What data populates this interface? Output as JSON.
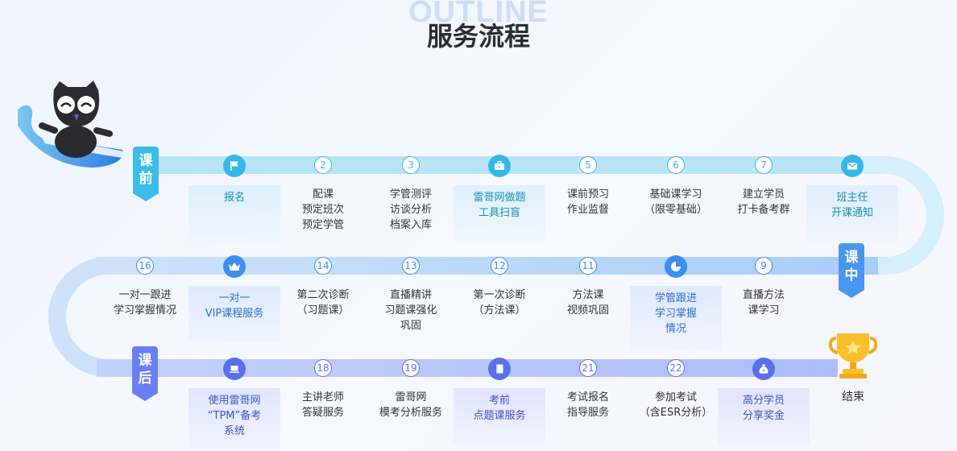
{
  "header": {
    "watermark": "OUTLINE",
    "title": "服务流程"
  },
  "stages": [
    {
      "id": "before",
      "label_top": "课",
      "label_bottom": "前",
      "color": "#3dbbe9"
    },
    {
      "id": "during",
      "label_top": "课",
      "label_bottom": "中",
      "color": "#4a97ef"
    },
    {
      "id": "after",
      "label_top": "课",
      "label_bottom": "后",
      "color": "#6a7ff2"
    }
  ],
  "row1": [
    {
      "marker": "flag-icon",
      "label": "报名",
      "highlight": true
    },
    {
      "marker": "2",
      "label": "配课\n预定班次\n预定学管"
    },
    {
      "marker": "3",
      "label": "学管测评\n访谈分析\n档案入库"
    },
    {
      "marker": "briefcase-icon",
      "label": "雷哥网做题\n工具扫盲",
      "highlight": true
    },
    {
      "marker": "5",
      "label": "课前预习\n作业监督"
    },
    {
      "marker": "6",
      "label": "基础课学习\n（限零基础）"
    },
    {
      "marker": "7",
      "label": "建立学员\n打卡备考群"
    },
    {
      "marker": "mail-icon",
      "label": "班主任\n开课通知",
      "highlight": true
    }
  ],
  "row2": [
    {
      "marker": "16",
      "label": "一对一跟进\n学习掌握情况"
    },
    {
      "marker": "crown-icon",
      "label": "一对一\nVIP课程服务",
      "highlight": true
    },
    {
      "marker": "14",
      "label": "第二次诊断\n（习题课）"
    },
    {
      "marker": "13",
      "label": "直播精讲\n习题课强化\n巩固"
    },
    {
      "marker": "12",
      "label": "第一次诊断\n（方法课）"
    },
    {
      "marker": "11",
      "label": "方法课\n视频巩固"
    },
    {
      "marker": "pie-chart-icon",
      "label": "学管跟进\n学习掌握\n情况",
      "highlight": true
    },
    {
      "marker": "9",
      "label": "直播方法\n课学习"
    }
  ],
  "row3": [
    {
      "marker": "laptop-icon",
      "label": "使用雷哥网\n“TPM”备考\n系统",
      "highlight": true
    },
    {
      "marker": "18",
      "label": "主讲老师\n答疑服务"
    },
    {
      "marker": "19",
      "label": "雷哥网\n模考分析服务"
    },
    {
      "marker": "book-icon",
      "label": "考前\n点题课服务",
      "highlight": true
    },
    {
      "marker": "21",
      "label": "考试报名\n指导服务"
    },
    {
      "marker": "22",
      "label": "参加考试\n（含ESR分析）"
    },
    {
      "marker": "money-bag-icon",
      "label": "高分学员\n分享奖金",
      "highlight": true
    }
  ],
  "end": {
    "label": "结束",
    "icon": "trophy-icon"
  }
}
